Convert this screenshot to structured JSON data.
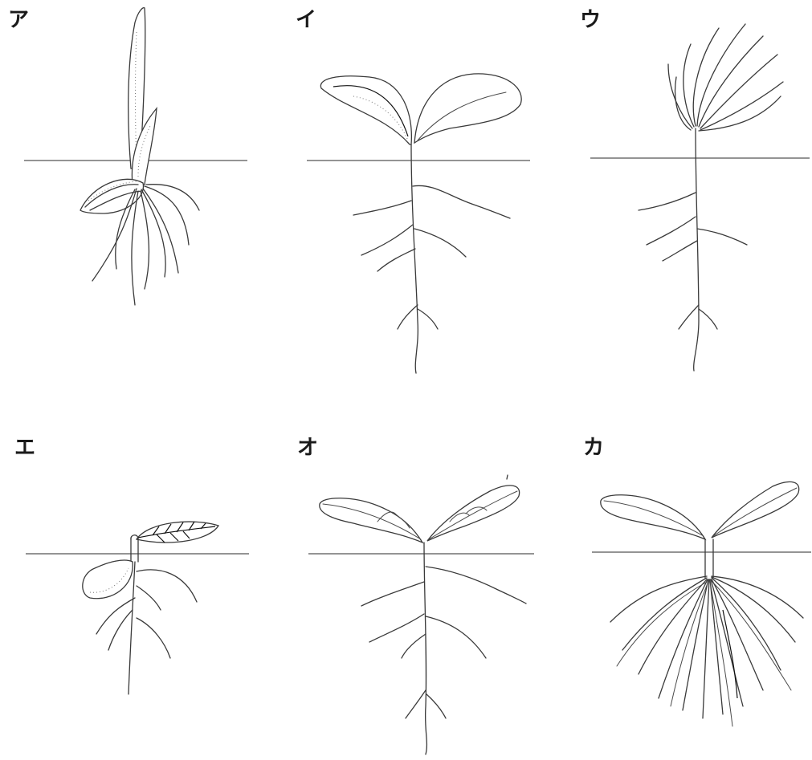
{
  "panels": [
    {
      "id": "a",
      "label": "ア"
    },
    {
      "id": "i",
      "label": "イ"
    },
    {
      "id": "u",
      "label": "ウ"
    },
    {
      "id": "e",
      "label": "エ"
    },
    {
      "id": "o",
      "label": "オ"
    },
    {
      "id": "ka",
      "label": "カ"
    }
  ]
}
